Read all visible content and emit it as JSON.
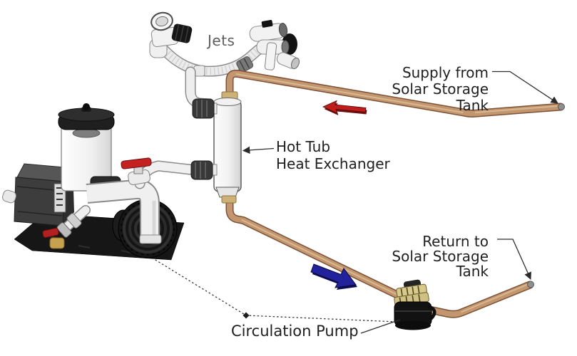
{
  "labels": {
    "jets": "Jets",
    "supply": {
      "lines": [
        "Supply from",
        "Solar Storage",
        "Tank"
      ]
    },
    "heat_exchanger": {
      "lines": [
        "Hot Tub",
        "Heat Exchanger"
      ]
    },
    "return": {
      "lines": [
        "Return to",
        "Solar Storage",
        "Tank"
      ]
    },
    "circulation_pump": "Circulation Pump"
  },
  "colors": {
    "background": "#ffffff",
    "copper_pipe": "#c2976f",
    "copper_outline": "#7d5137",
    "copper_highlight": "#dcba95",
    "pvc_fill": "#efefef",
    "pvc_outline": "#8d8d8d",
    "valve_red": "#c42121",
    "flow_arrow_red": "#c01d1d",
    "flow_arrow_red_dark": "#701010",
    "flow_arrow_blue": "#22229c",
    "flow_arrow_blue_dark": "#0d0d52",
    "equipment_dark": "#161616",
    "label_text": "#1f1f1f",
    "jets_text": "#5d5d5d",
    "leader_line": "#2f2f2f"
  }
}
